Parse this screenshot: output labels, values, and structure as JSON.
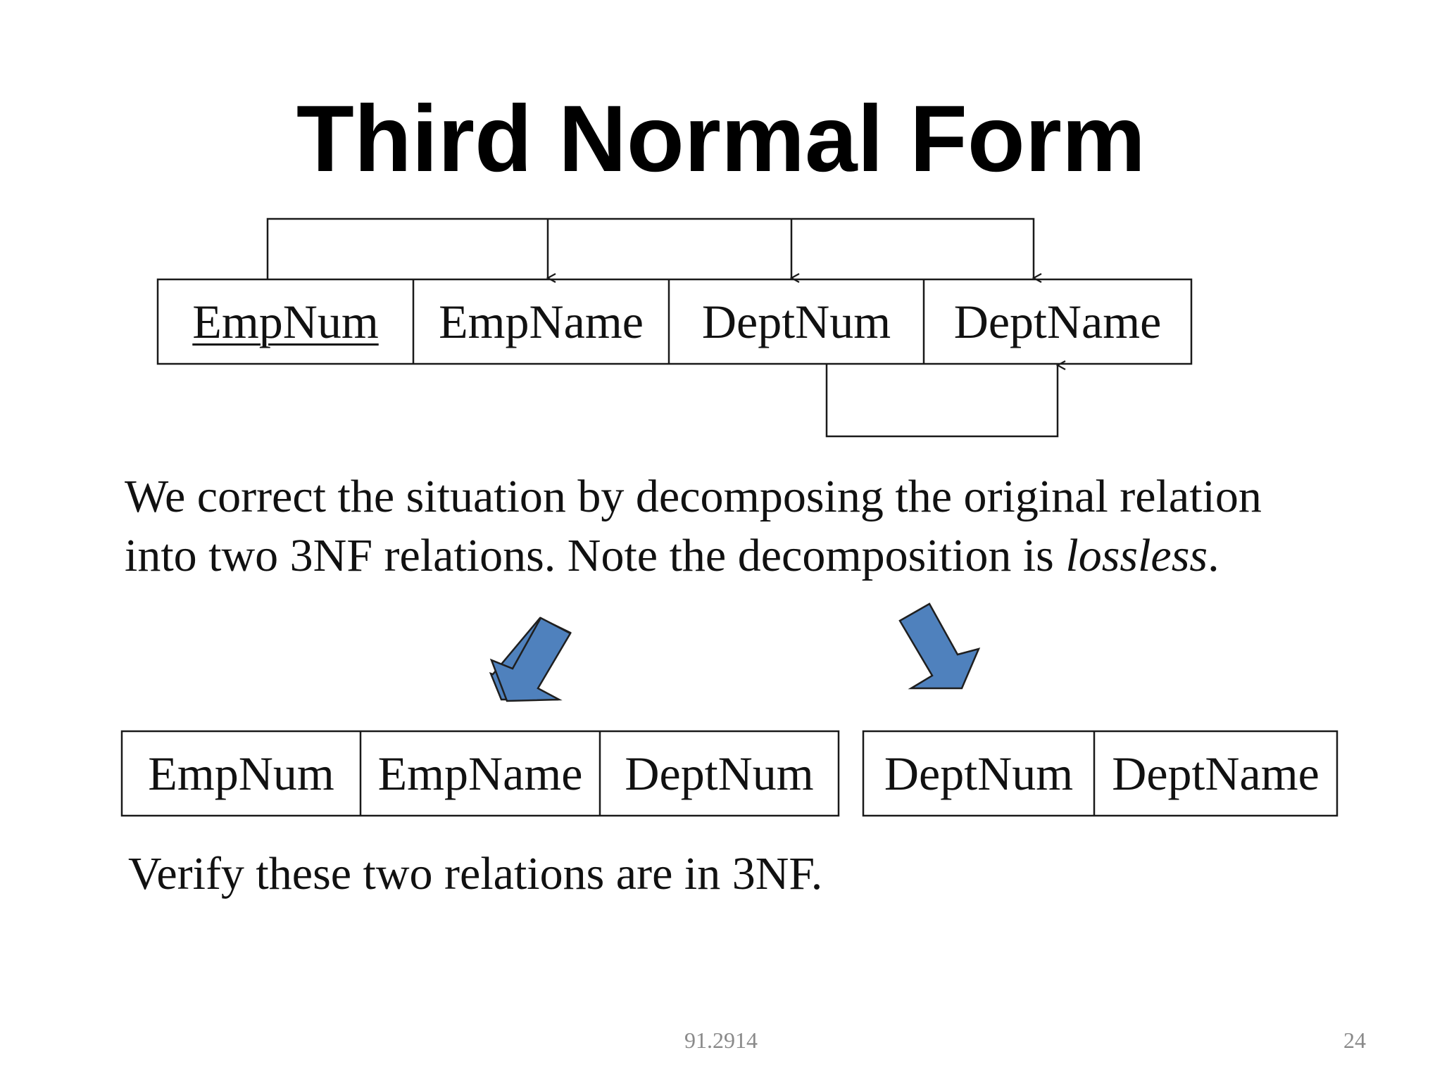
{
  "slide": {
    "title": "Third Normal Form",
    "original_relation": {
      "attributes": [
        {
          "name": "EmpNum",
          "is_key": true
        },
        {
          "name": "EmpName",
          "is_key": false
        },
        {
          "name": "DeptNum",
          "is_key": false
        },
        {
          "name": "DeptName",
          "is_key": false
        }
      ]
    },
    "body_line1": "We correct the situation by decomposing the original relation",
    "body_line2_prefix": "into two 3NF relations. Note the decomposition is ",
    "body_line2_emphasis": "lossless",
    "body_line2_suffix": ".",
    "relation_left": {
      "attributes": [
        "EmpNum",
        "EmpName",
        "DeptNum"
      ]
    },
    "relation_right": {
      "attributes": [
        "DeptNum",
        "DeptName"
      ]
    },
    "verify_text": "Verify these two relations are in 3NF.",
    "footer_course": "91.2914",
    "footer_page": "24",
    "colors": {
      "arrow_fill": "#4f81bd",
      "arrow_stroke": "#1f1f1f",
      "text": "#111111",
      "footer": "#8a8a8a"
    }
  }
}
